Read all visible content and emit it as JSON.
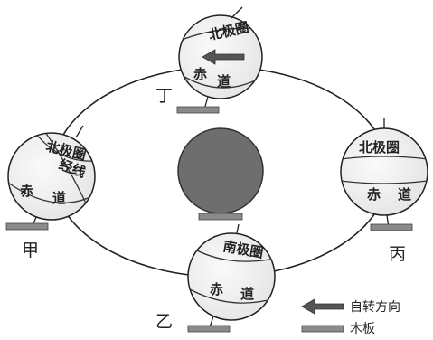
{
  "diagram": {
    "positions": {
      "ding": "丁",
      "jia": "甲",
      "bing": "丙",
      "yi": "乙"
    },
    "globe_labels": {
      "ding": {
        "arctic": "北极圈",
        "equator_1": "赤",
        "equator_2": "道"
      },
      "jia": {
        "arctic": "北极圈",
        "meridian": "经线",
        "equator_1": "赤",
        "equator_2": "道"
      },
      "bing": {
        "arctic": "北极圈",
        "equator_1": "赤",
        "equator_2": "道"
      },
      "yi": {
        "antarctic": "南极圈",
        "equator_1": "赤",
        "equator_2": "道"
      }
    },
    "legend": {
      "rotation": "自转方向",
      "board": "木板"
    },
    "colors": {
      "sun": "#6e6e6e",
      "globe_fill": "#f3f3f3",
      "board": "#8a8a8a",
      "line": "#222222"
    }
  }
}
